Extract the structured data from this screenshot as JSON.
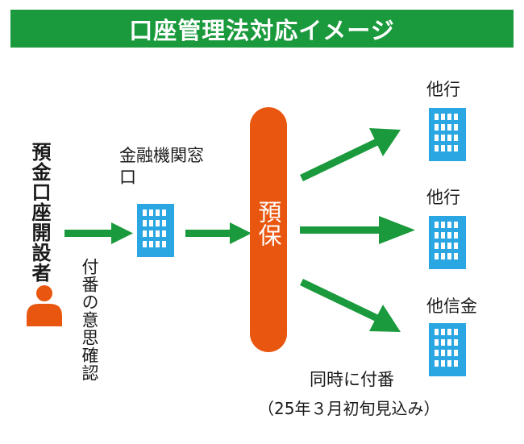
{
  "title": "口座管理法対応イメージ",
  "applicant": {
    "label": "預金口座開設者",
    "icon": "person-icon"
  },
  "confirmation_note": "付番の意思確認",
  "bank_window": {
    "label": "金融機関窓口",
    "icon": "building-icon"
  },
  "central": {
    "label": "預保"
  },
  "targets": [
    {
      "label": "他行",
      "icon": "building-icon"
    },
    {
      "label": "他行",
      "icon": "building-icon"
    },
    {
      "label": "他信金",
      "icon": "building-icon"
    }
  ],
  "note": {
    "line1": "同時に付番",
    "line2": "（25年３月初旬見込み）"
  },
  "colors": {
    "title_bar": "#1a9a3c",
    "arrow": "#1a9a3c",
    "pillar": "#e8560f",
    "person": "#e8560f",
    "building": "#2aa6e3"
  }
}
